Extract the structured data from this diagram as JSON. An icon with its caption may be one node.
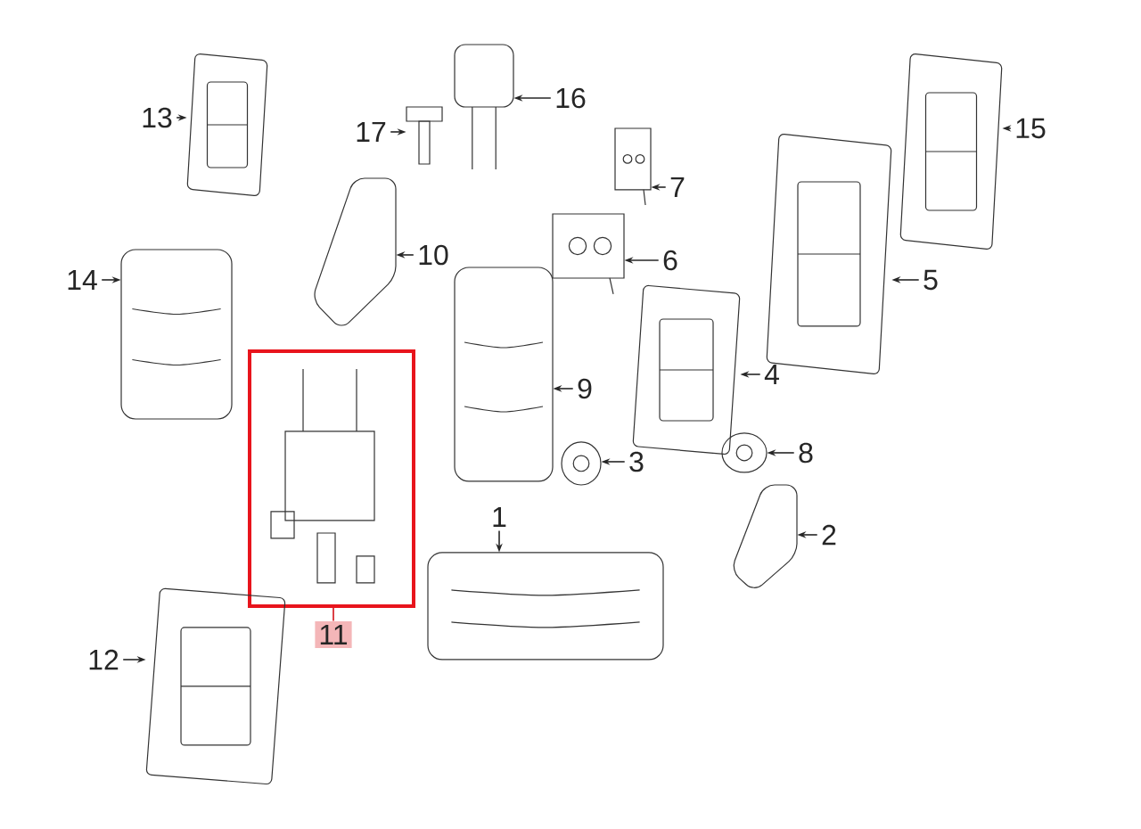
{
  "diagram": {
    "nodes": [
      {
        "text": [
          "13"
        ]
      },
      {
        "text": [
          "17"
        ]
      },
      {
        "text": [
          "16"
        ]
      },
      {
        "text": [
          "7"
        ]
      },
      {
        "text": [
          "15"
        ]
      },
      {
        "text": [
          "10"
        ]
      },
      {
        "text": [
          "6"
        ]
      },
      {
        "text": [
          "14"
        ]
      },
      {
        "text": [
          "5"
        ]
      },
      {
        "text": [
          "4"
        ]
      },
      {
        "text": [
          "9"
        ]
      },
      {
        "text": [
          "3"
        ]
      },
      {
        "text": [
          "8"
        ]
      },
      {
        "text": [
          "2"
        ]
      },
      {
        "text": [
          "1"
        ]
      },
      {
        "text": [
          "11"
        ]
      },
      {
        "text": [
          "12"
        ]
      },
      {
        "text": [],
        "shape": "picture"
      },
      {
        "text": [],
        "shape": "picture"
      },
      {
        "text": [],
        "shape": "picture"
      },
      {
        "text": [],
        "shape": "picture"
      },
      {
        "text": [],
        "shape": "picture"
      },
      {
        "text": [],
        "shape": "picture"
      },
      {
        "text": [],
        "shape": "picture"
      },
      {
        "text": [],
        "shape": "picture"
      },
      {
        "text": [],
        "shape": "picture"
      },
      {
        "text": [],
        "shape": "picture"
      },
      {
        "text": [],
        "shape": "picture"
      },
      {
        "text": [],
        "shape": "picture"
      },
      {
        "text": [],
        "shape": "picture"
      },
      {
        "text": [],
        "shape": "picture"
      },
      {
        "text": [],
        "shape": "picture"
      },
      {
        "text": [],
        "shape": "box"
      },
      {
        "text": [],
        "shape": "picture"
      }
    ],
    "edges": [
      {
        "from": 0,
        "to": 17,
        "arrow": "to"
      },
      {
        "from": 1,
        "to": 18,
        "arrow": "to"
      },
      {
        "from": 2,
        "to": 19,
        "arrow": "to"
      },
      {
        "from": 3,
        "to": 20,
        "arrow": "to"
      },
      {
        "from": 4,
        "to": 21,
        "arrow": "to"
      },
      {
        "from": 5,
        "to": 22,
        "arrow": "to"
      },
      {
        "from": 6,
        "to": 23,
        "arrow": "to"
      },
      {
        "from": 7,
        "to": 24,
        "arrow": "to"
      },
      {
        "from": 8,
        "to": 25,
        "arrow": "to"
      },
      {
        "from": 9,
        "to": 26,
        "arrow": "to"
      },
      {
        "from": 10,
        "to": 27,
        "arrow": "to"
      },
      {
        "from": 11,
        "to": 28,
        "arrow": "to"
      },
      {
        "from": 12,
        "to": 29,
        "arrow": "to"
      },
      {
        "from": 13,
        "to": 30,
        "arrow": "to"
      },
      {
        "from": 14,
        "to": 31,
        "arrow": "to"
      },
      {
        "from": 15,
        "to": 32,
        "arrow": "none",
        "color": "#e8141c"
      },
      {
        "from": 16,
        "to": 33,
        "arrow": "to"
      }
    ]
  }
}
